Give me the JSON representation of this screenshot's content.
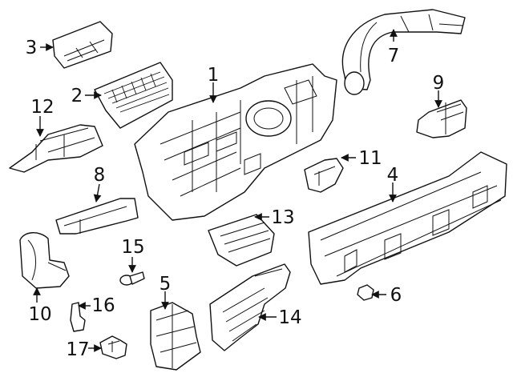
{
  "diagram": {
    "callouts": [
      {
        "id": "callout-1",
        "label": "1"
      },
      {
        "id": "callout-2",
        "label": "2"
      },
      {
        "id": "callout-3",
        "label": "3"
      },
      {
        "id": "callout-4",
        "label": "4"
      },
      {
        "id": "callout-5",
        "label": "5"
      },
      {
        "id": "callout-6",
        "label": "6"
      },
      {
        "id": "callout-7",
        "label": "7"
      },
      {
        "id": "callout-8",
        "label": "8"
      },
      {
        "id": "callout-9",
        "label": "9"
      },
      {
        "id": "callout-10",
        "label": "10"
      },
      {
        "id": "callout-11",
        "label": "11"
      },
      {
        "id": "callout-12",
        "label": "12"
      },
      {
        "id": "callout-13",
        "label": "13"
      },
      {
        "id": "callout-14",
        "label": "14"
      },
      {
        "id": "callout-15",
        "label": "15"
      },
      {
        "id": "callout-16",
        "label": "16"
      },
      {
        "id": "callout-17",
        "label": "17"
      }
    ]
  }
}
